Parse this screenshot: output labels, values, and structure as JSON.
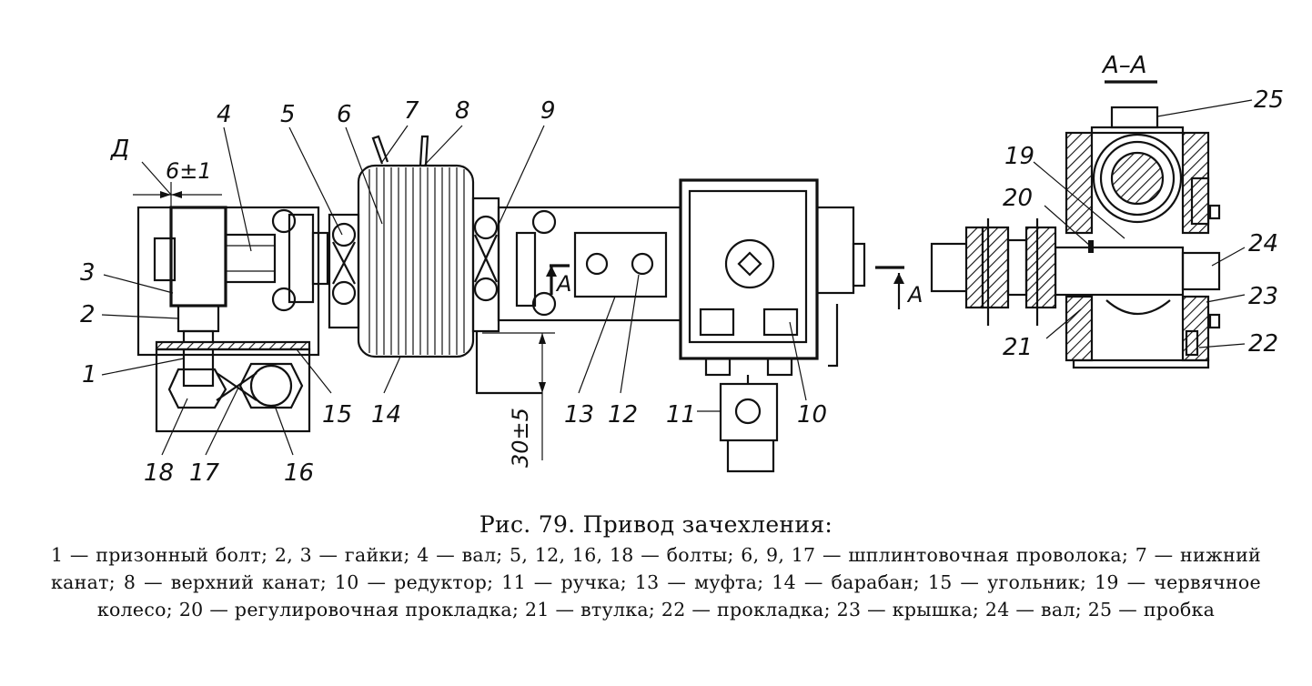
{
  "figure": {
    "title": "Рис. 79. Привод зачехления:",
    "legend": "1 — призонный болт; 2, 3 — гайки; 4 — вал; 5, 12, 16, 18 — болты; 6, 9, 17 — шплинтовочная проволока; 7 — нижний канат; 8 — верхний канат; 10 — редуктор; 11 — ручка; 13 — муфта; 14 — барабан; 15 — угольник; 19 — червячное колесо; 20 — регулировочная прокладка; 21 — втулка; 22 — прокладка; 23 — крышка; 24 — вал; 25 — пробка"
  },
  "annotations": {
    "view_d": "Д",
    "dim_gap": "6±1",
    "dim_height": "30±5",
    "section_title": "А–А",
    "section_mark_a": "А",
    "section_mark_b": "А"
  },
  "callouts": {
    "n1": "1",
    "n2": "2",
    "n3": "3",
    "n4": "4",
    "n5": "5",
    "n6": "6",
    "n7": "7",
    "n8": "8",
    "n9": "9",
    "n10": "10",
    "n11": "11",
    "n12": "12",
    "n13": "13",
    "n14": "14",
    "n15": "15",
    "n16": "16",
    "n17": "17",
    "n18": "18",
    "n19": "19",
    "n20": "20",
    "n21": "21",
    "n22": "22",
    "n23": "23",
    "n24": "24",
    "n25": "25"
  }
}
